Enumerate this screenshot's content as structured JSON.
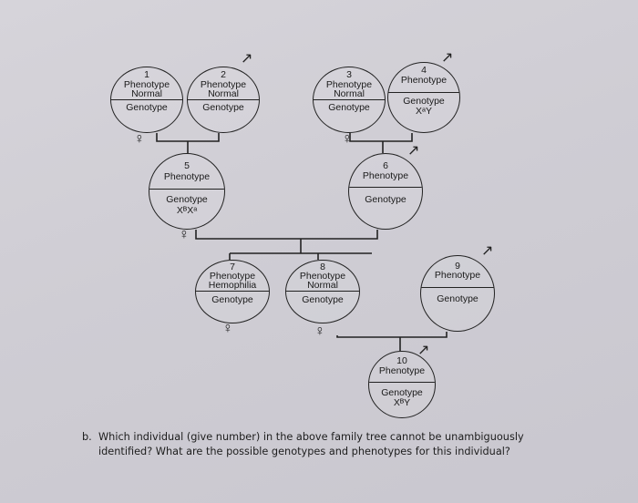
{
  "individuals": [
    {
      "id": "1",
      "number": "1",
      "phenotype": "Phenotype",
      "phenotype_value": "Normal",
      "genotype": "Genotype",
      "genotype_value": "",
      "sex": "female",
      "sex_symbol": "♀"
    },
    {
      "id": "2",
      "number": "2",
      "phenotype": "Phenotype",
      "phenotype_value": "Normal",
      "genotype": "Genotype",
      "genotype_value": "",
      "sex": "male",
      "sex_symbol": "♂"
    },
    {
      "id": "3",
      "number": "3",
      "phenotype": "Phenotype",
      "phenotype_value": "Normal",
      "genotype": "Genotype",
      "genotype_value": "",
      "sex": "female",
      "sex_symbol": "♀"
    },
    {
      "id": "4",
      "number": "4",
      "phenotype": "Phenotype",
      "phenotype_value": "",
      "genotype": "Genotype",
      "genotype_value": "XᵃY",
      "sex": "male",
      "sex_symbol": "♂"
    },
    {
      "id": "5",
      "number": "5",
      "phenotype": "Phenotype",
      "phenotype_value": "",
      "genotype": "Genotype",
      "genotype_value": "XᴮXᵃ",
      "sex": "female",
      "sex_symbol": "♀"
    },
    {
      "id": "6",
      "number": "6",
      "phenotype": "Phenotype",
      "phenotype_value": "",
      "genotype": "Genotype",
      "genotype_value": "",
      "sex": "male",
      "sex_symbol": "♂"
    },
    {
      "id": "7",
      "number": "7",
      "phenotype": "Phenotype",
      "phenotype_value": "Hemophilia",
      "genotype": "Genotype",
      "genotype_value": "",
      "sex": "female",
      "sex_symbol": "♀"
    },
    {
      "id": "8",
      "number": "8",
      "phenotype": "Phenotype",
      "phenotype_value": "Normal",
      "genotype": "Genotype",
      "genotype_value": "",
      "sex": "female",
      "sex_symbol": "♀"
    },
    {
      "id": "9",
      "number": "9",
      "phenotype": "Phenotype",
      "phenotype_value": "",
      "genotype": "Genotype",
      "genotype_value": "",
      "sex": "male",
      "sex_symbol": "♂"
    },
    {
      "id": "10",
      "number": "10",
      "phenotype": "Phenotype",
      "phenotype_value": "",
      "genotype": "Genotype",
      "genotype_value": "XᴮY",
      "sex": "male",
      "sex_symbol": "♂"
    }
  ],
  "question": {
    "label": "b.",
    "line1": "Which individual (give number) in the above family tree cannot be unambiguously",
    "line2": "identified? What are the possible genotypes and phenotypes for this individual?"
  }
}
